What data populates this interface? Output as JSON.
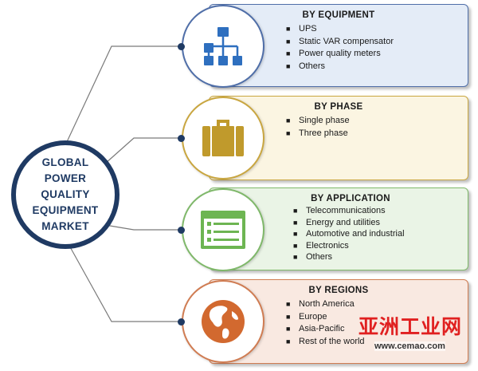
{
  "hub": {
    "lines": [
      "GLOBAL",
      "POWER",
      "QUALITY",
      "EQUIPMENT",
      "MARKET"
    ]
  },
  "segments": [
    {
      "title": "BY EQUIPMENT",
      "items": [
        "UPS",
        "Static VAR compensator",
        "Power quality meters",
        "Others"
      ],
      "icon": "hierarchy-icon",
      "bg": "#e4ecf7",
      "border": "#4f6ea8",
      "accent": "#2e6fbf"
    },
    {
      "title": "BY PHASE",
      "items": [
        "Single phase",
        "Three phase"
      ],
      "icon": "briefcase-icon",
      "bg": "#fbf5e2",
      "border": "#c9a640",
      "accent": "#c09a2c"
    },
    {
      "title": "BY APPLICATION",
      "items": [
        "Telecommunications",
        "Energy and utilities",
        "Automotive and industrial",
        "Electronics",
        "Others"
      ],
      "icon": "list-window-icon",
      "bg": "#eaf4e6",
      "border": "#7fb86a",
      "accent": "#6db552"
    },
    {
      "title": "BY REGIONS",
      "items": [
        "North America",
        "Europe",
        "Asia-Pacific",
        "Rest of the world"
      ],
      "icon": "globe-icon",
      "bg": "#f9e9e1",
      "border": "#d07c52",
      "accent": "#d2692f"
    }
  ],
  "colors": {
    "hub_border": "#1f3a63",
    "connector": "#7a7a7a"
  },
  "watermark": {
    "main": "亚洲工业网",
    "url": "www.cemao.com"
  }
}
